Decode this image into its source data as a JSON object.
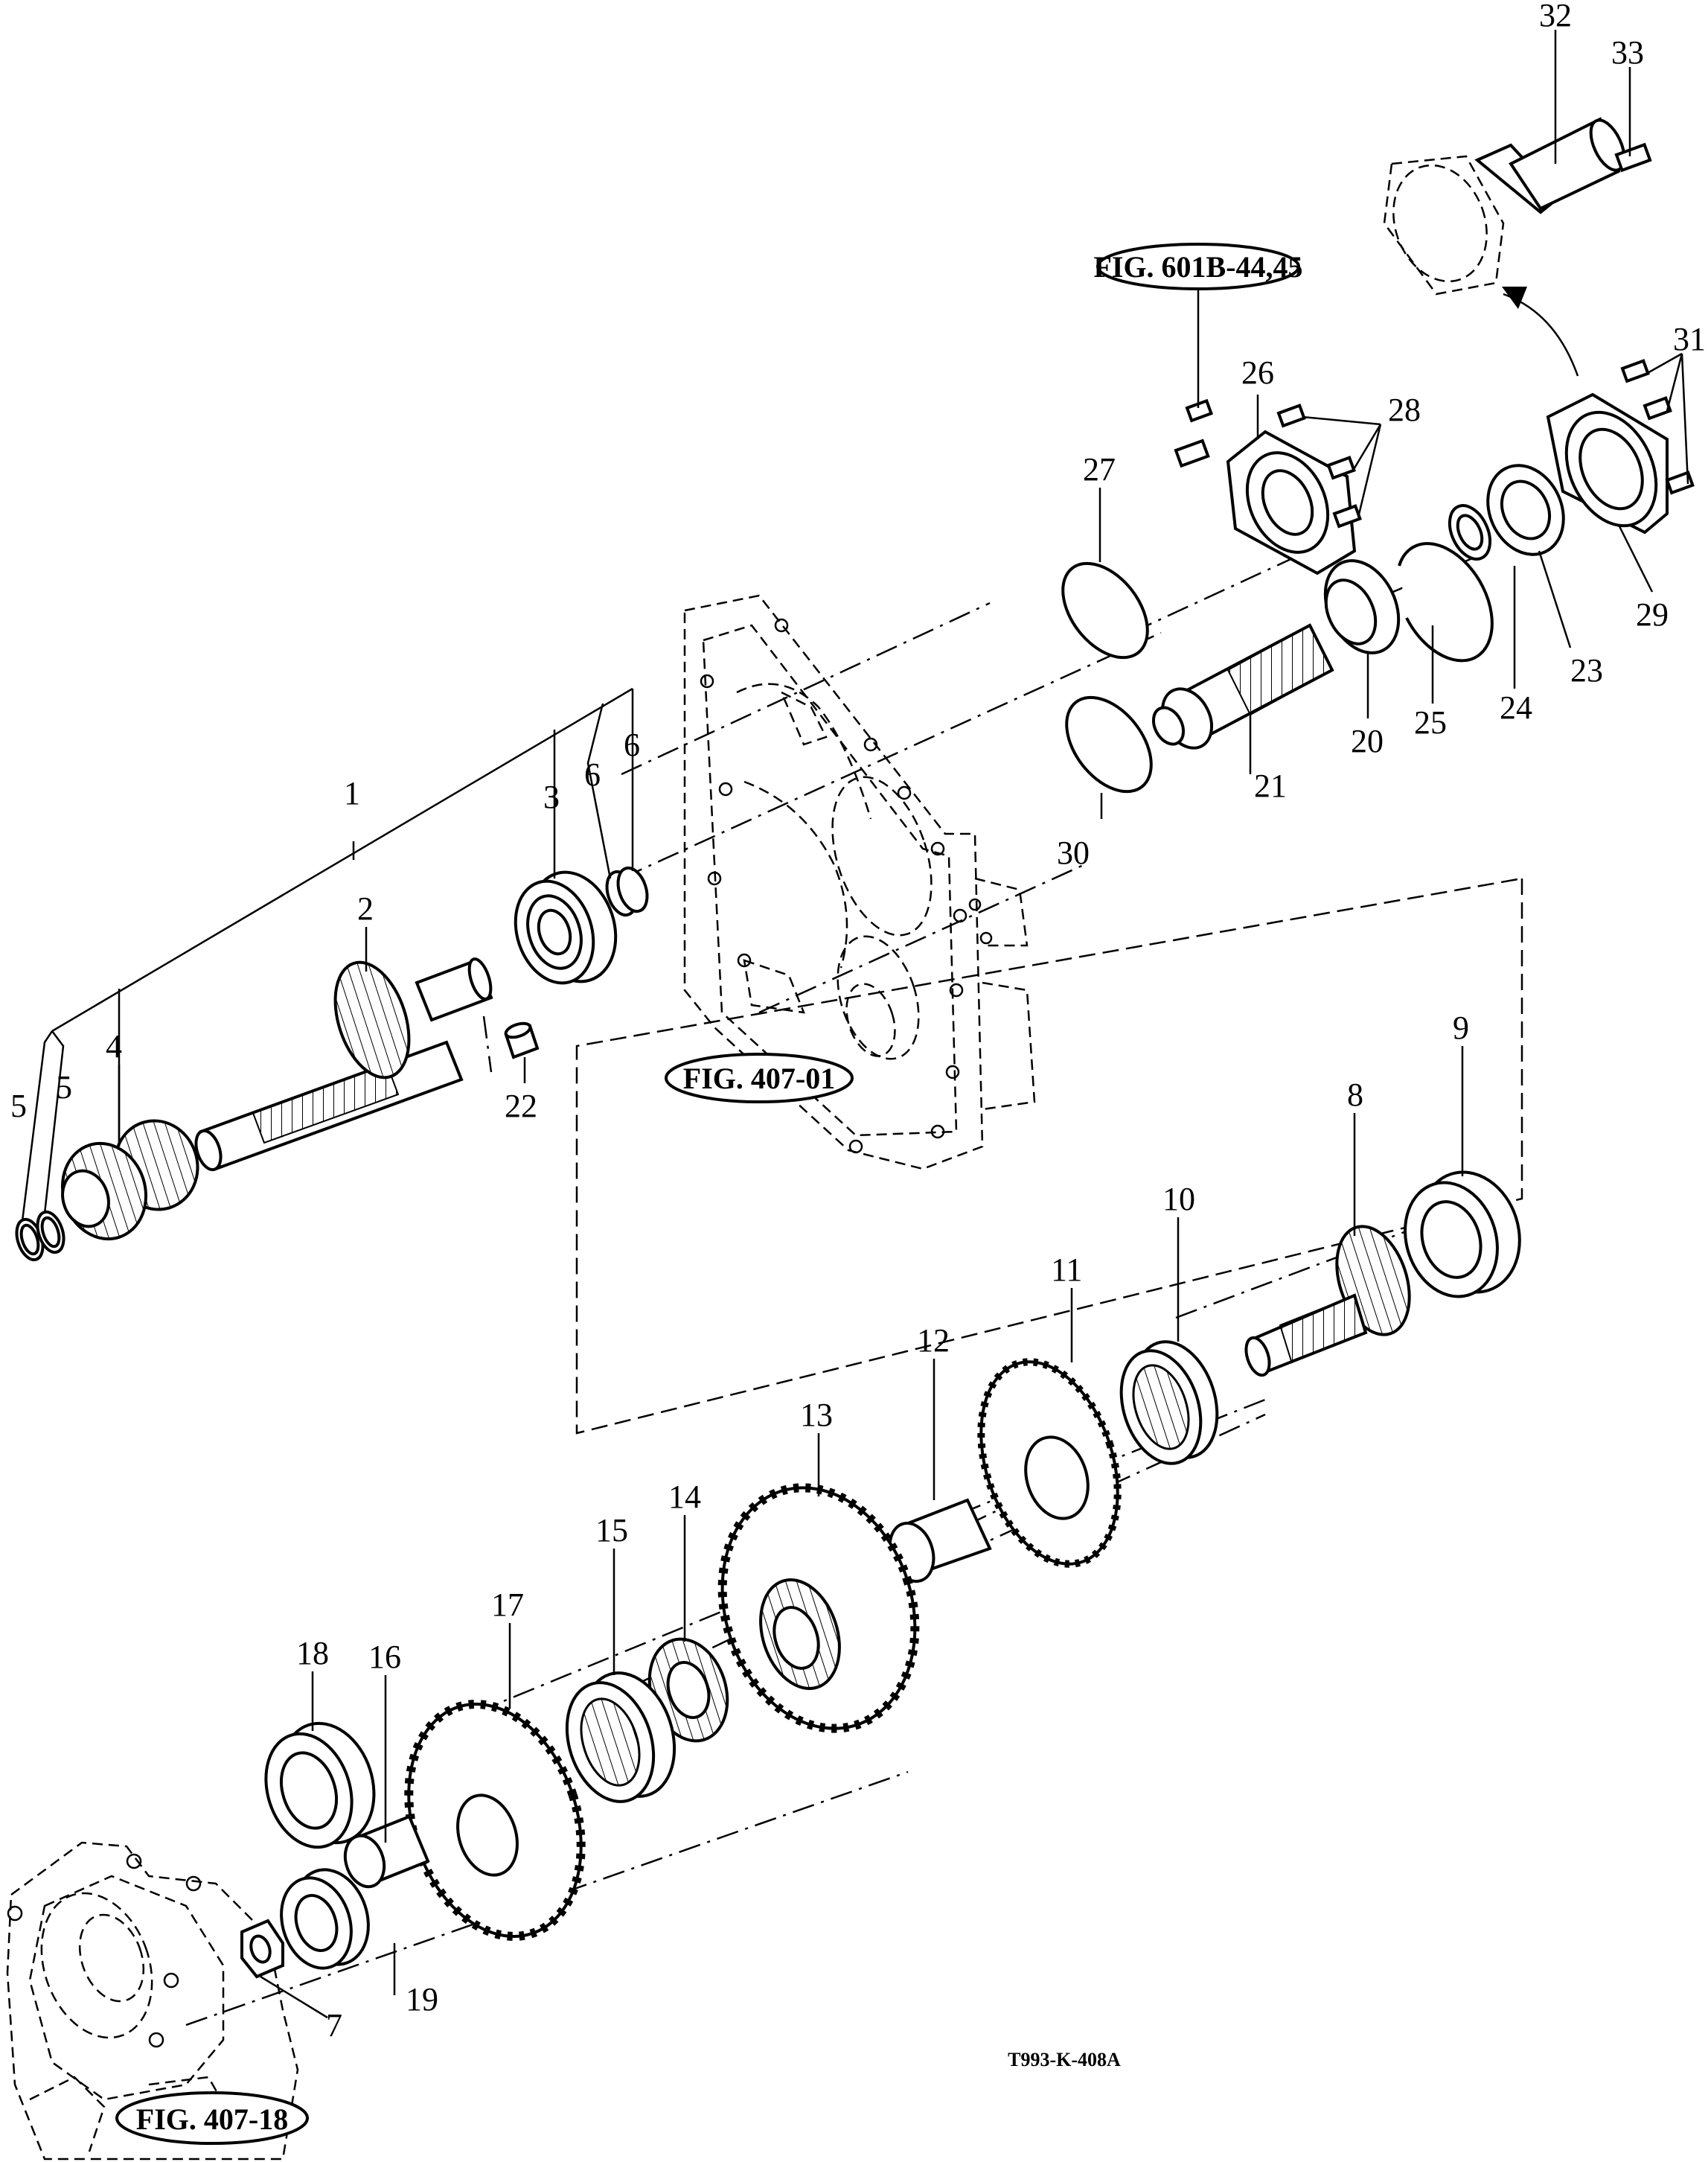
{
  "labels": {
    "p1": "1",
    "p2": "2",
    "p3": "3",
    "p4": "4",
    "p5a": "5",
    "p5b": "5",
    "p6a": "6",
    "p6b": "6",
    "p7": "7",
    "p8": "8",
    "p9": "9",
    "p10": "10",
    "p11": "11",
    "p12": "12",
    "p13": "13",
    "p14": "14",
    "p15": "15",
    "p16": "16",
    "p17": "17",
    "p18": "18",
    "p19": "19",
    "p20": "20",
    "p21": "21",
    "p22": "22",
    "p23": "23",
    "p24": "24",
    "p25": "25",
    "p26": "26",
    "p27": "27",
    "p28": "28",
    "p29": "29",
    "p30": "30",
    "p31": "31",
    "p32": "32",
    "p33": "33"
  },
  "references": {
    "fig_601b": "FIG. 601B-44,45",
    "fig_407_01": "FIG. 407-01",
    "fig_407_18": "FIG. 407-18"
  },
  "drawing_code": "T993-K-408A"
}
